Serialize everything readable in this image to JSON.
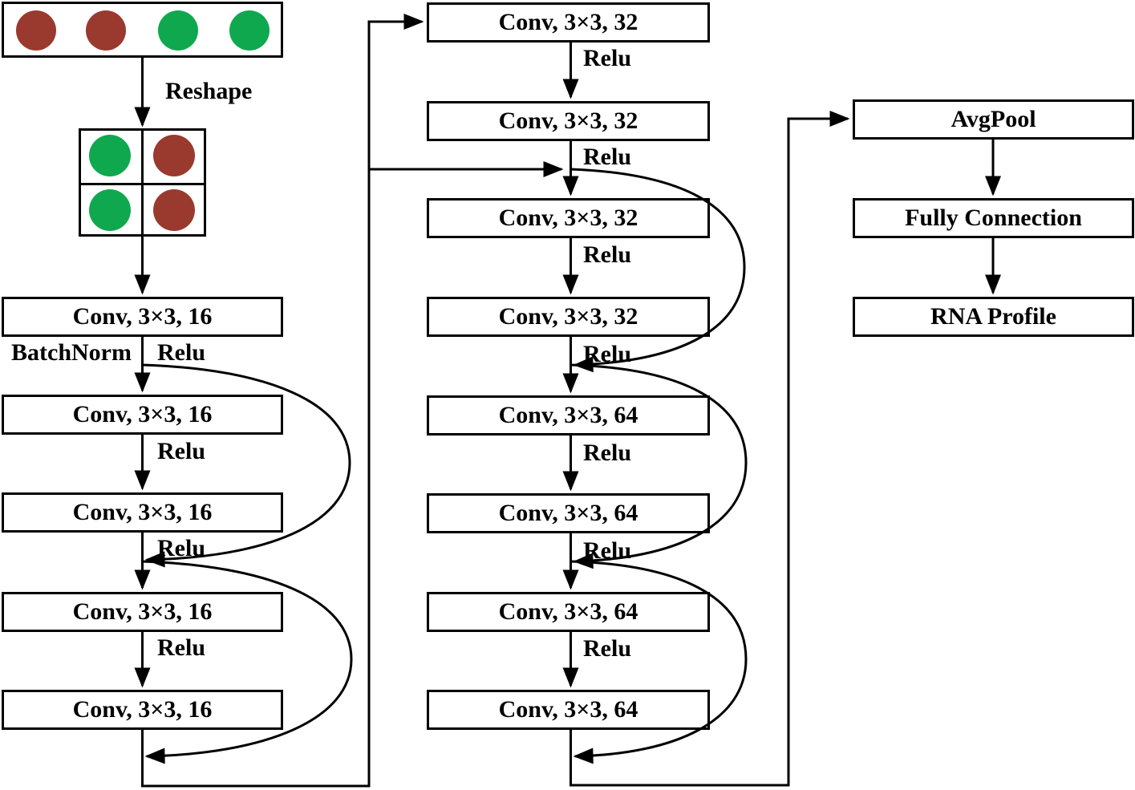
{
  "input_vector": {
    "cells": [
      "brown",
      "brown",
      "green",
      "green"
    ]
  },
  "reshape": {
    "label": "Reshape"
  },
  "reshaped_grid": {
    "rows": [
      [
        "green",
        "brown"
      ],
      [
        "green",
        "brown"
      ]
    ]
  },
  "annotations": {
    "batchnorm": "BatchNorm",
    "relu": "Relu"
  },
  "left_column": [
    "Conv, 3×3, 16",
    "Conv, 3×3, 16",
    "Conv, 3×3, 16",
    "Conv, 3×3, 16",
    "Conv, 3×3, 16"
  ],
  "middle_column": [
    "Conv, 3×3, 32",
    "Conv, 3×3, 32",
    "Conv, 3×3, 32",
    "Conv, 3×3, 32",
    "Conv, 3×3, 64",
    "Conv, 3×3, 64",
    "Conv, 3×3, 64",
    "Conv, 3×3, 64"
  ],
  "right_column": [
    "AvgPool",
    "Fully Connection",
    "RNA Profile"
  ],
  "colors": {
    "green": "#0fa84f",
    "brown": "#9a392e",
    "line": "#000000",
    "box_fill": "#ffffff"
  }
}
